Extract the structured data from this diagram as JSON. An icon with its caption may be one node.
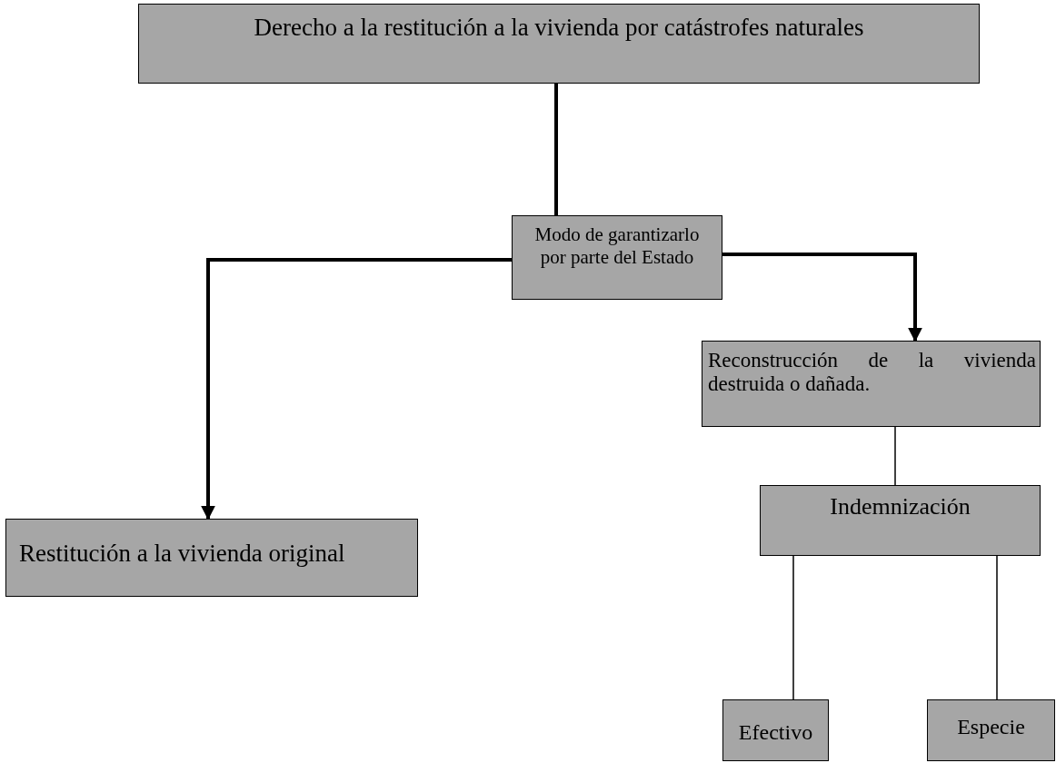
{
  "diagram": {
    "nodes": [
      {
        "text": [
          "Derecho a la restitución a la vivienda por catástrofes naturales"
        ]
      },
      {
        "text": [
          "Modo de garantizarlo por parte del Estado"
        ]
      },
      {
        "text": [
          "Reconstrucción de la vivienda destruida o dañada."
        ]
      },
      {
        "text": [
          "Restitución a la vivienda original"
        ]
      },
      {
        "text": [
          "Indemnización"
        ]
      },
      {
        "text": [
          "Efectivo"
        ]
      },
      {
        "text": [
          "Especie"
        ]
      }
    ],
    "edges": [
      {
        "from": 0,
        "to": 1,
        "arrow": "none",
        "style": "thick"
      },
      {
        "from": 1,
        "to": 3,
        "arrow": "to",
        "style": "thick"
      },
      {
        "from": 1,
        "to": 2,
        "arrow": "to",
        "style": "thick"
      },
      {
        "from": 2,
        "to": 4,
        "arrow": "none"
      },
      {
        "from": 4,
        "to": 5,
        "arrow": "none"
      },
      {
        "from": 4,
        "to": 6,
        "arrow": "none"
      }
    ]
  }
}
